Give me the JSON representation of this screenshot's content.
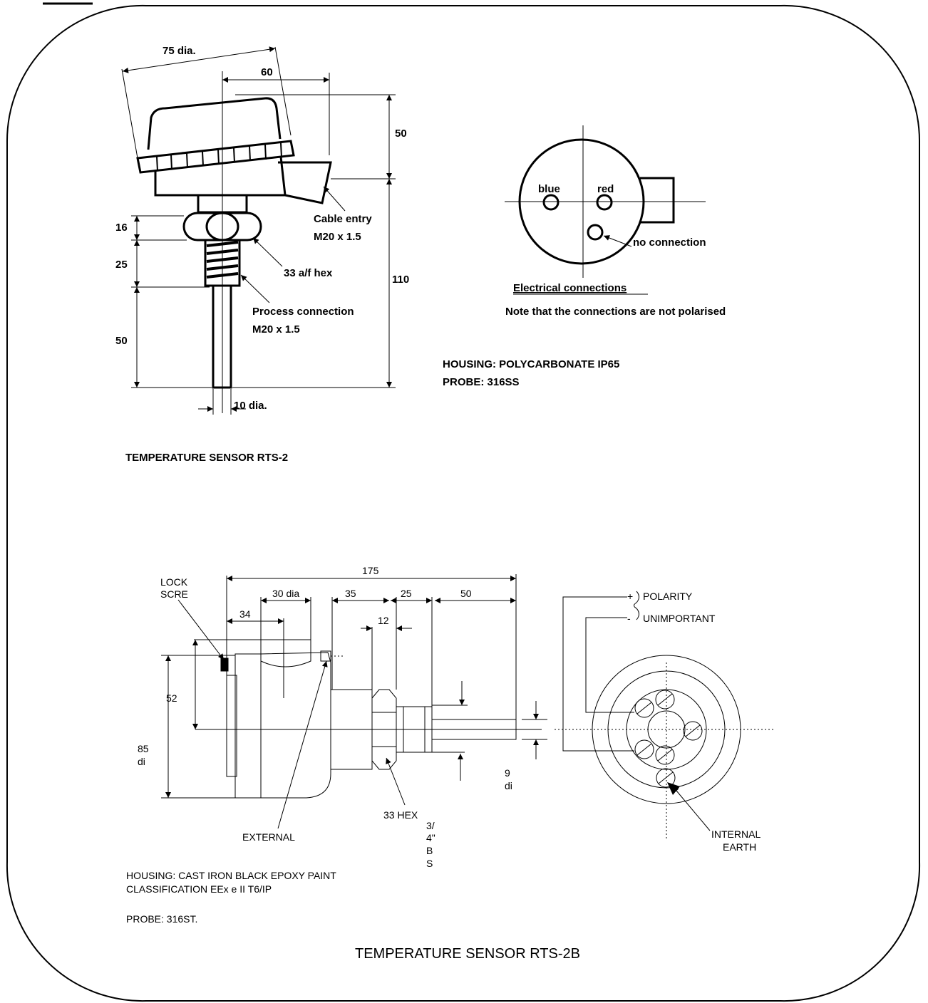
{
  "rts2": {
    "title": "TEMPERATURE SENSOR RTS-2",
    "dims": {
      "diameter_75": "75 dia.",
      "width_60": "60",
      "height_50_top": "50",
      "height_110": "110",
      "height_16": "16",
      "height_25": "25",
      "height_50_probe": "50",
      "probe_dia": "10 dia."
    },
    "callouts": {
      "cable_entry_1": "Cable entry",
      "cable_entry_2": "M20 x 1.5",
      "hex": "33 a/f hex",
      "process_1": "Process connection",
      "process_2": "M20 x 1.5"
    },
    "electrical": {
      "blue": "blue",
      "red": "red",
      "no_connection": "no connection",
      "heading": "Electrical connections",
      "note": "Note that the connections are not polarised"
    },
    "materials": {
      "housing": "HOUSING: POLYCARBONATE IP65",
      "probe": "PROBE: 316SS"
    }
  },
  "rts2b": {
    "title": "TEMPERATURE SENSOR RTS-2B",
    "dims": {
      "overall": "175",
      "d30": "30 dia",
      "d34": "34",
      "d35": "35",
      "d25": "25",
      "d50": "50",
      "d12": "12",
      "d52": "52",
      "d85_1": "85",
      "d85_2": "di",
      "d9_1": "9",
      "d9_2": "di"
    },
    "labels": {
      "lock_1": "LOCK",
      "lock_2": "SCRE",
      "external": "EXTERNAL",
      "hex": "33 HEX",
      "bsp_1": "3/",
      "bsp_2": "4\"",
      "bsp_3": "B",
      "bsp_4": "S",
      "plus": "+",
      "minus": "-",
      "polarity": "POLARITY",
      "unimportant": "UNIMPORTANT",
      "internal": "INTERNAL",
      "earth": "EARTH"
    },
    "materials": {
      "housing": "HOUSING:  CAST IRON BLACK EPOXY PAINT",
      "classification": "CLASSIFICATION EEx e II T6/IP",
      "probe": "PROBE:  316ST."
    }
  }
}
